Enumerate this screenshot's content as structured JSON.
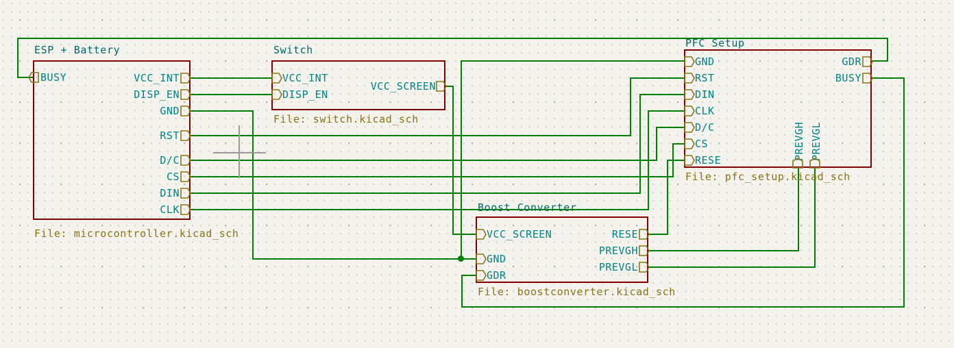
{
  "app": "kicad-schematic-editor",
  "colors": {
    "background": "#f3f2ed",
    "sheet_border": "#840000",
    "sheet_name": "#006a6a",
    "sheet_file": "#8a7415",
    "pin_label": "#008484",
    "wire": "#008000",
    "pin_marker": "#8a7415",
    "cursor": "#9a9a9a"
  },
  "sheets": [
    {
      "id": "esp",
      "name": "ESP + Battery",
      "file": "File: microcontroller.kicad_sch",
      "left_pins": [
        "BUSY"
      ],
      "right_pins": [
        "VCC_INT",
        "DISP_EN",
        "GND",
        "RST",
        "D/C",
        "CS",
        "DIN",
        "CLK"
      ],
      "bottom_pins": []
    },
    {
      "id": "switch",
      "name": "Switch",
      "file": "File: switch.kicad_sch",
      "left_pins": [
        "VCC_INT",
        "DISP_EN"
      ],
      "right_pins": [
        "VCC_SCREEN"
      ],
      "bottom_pins": []
    },
    {
      "id": "pfc",
      "name": "PFC Setup",
      "file": "File: pfc_setup.kicad_sch",
      "left_pins": [
        "GND",
        "RST",
        "DIN",
        "CLK",
        "D/C",
        "CS",
        "RESE"
      ],
      "right_pins": [
        "GDR",
        "BUSY"
      ],
      "bottom_pins": [
        "PREVGH",
        "PREVGL"
      ]
    },
    {
      "id": "boost",
      "name": "Boost Converter",
      "file": "File: boostconverter.kicad_sch",
      "left_pins": [
        "VCC_SCREEN",
        "GND",
        "GDR"
      ],
      "right_pins": [
        "RESE",
        "PREVGH",
        "PREVGL"
      ],
      "bottom_pins": []
    }
  ],
  "nets": [
    "BUSY",
    "VCC_INT",
    "DISP_EN",
    "GND",
    "RST",
    "D/C",
    "CS",
    "DIN",
    "CLK",
    "VCC_SCREEN",
    "RESE",
    "PREVGH",
    "PREVGL",
    "GDR"
  ]
}
